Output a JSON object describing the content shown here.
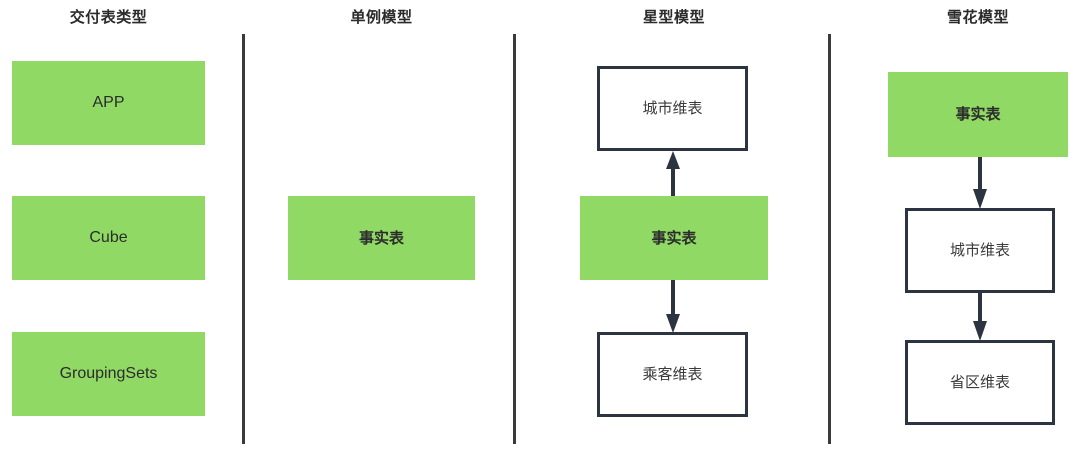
{
  "diagram": {
    "title_row": [
      {
        "id": "delivery-table-type",
        "label": "交付表类型"
      },
      {
        "id": "single-case-model",
        "label": "单例模型"
      },
      {
        "id": "star-model",
        "label": "星型模型"
      },
      {
        "id": "snowflake-model",
        "label": "雪花模型"
      }
    ],
    "colors": {
      "fact_green": "#8fd964",
      "dim_border": "#2b3440",
      "divider": "#3a3a3a",
      "text": "#2c2c2c"
    },
    "columns": [
      {
        "id": "delivery-table-type",
        "nodes": [
          {
            "id": "app",
            "label": "APP",
            "style": "green"
          },
          {
            "id": "cube",
            "label": "Cube",
            "style": "green"
          },
          {
            "id": "groupingsets",
            "label": "GroupingSets",
            "style": "green"
          }
        ],
        "arrows": []
      },
      {
        "id": "single-case-model",
        "nodes": [
          {
            "id": "fact-table",
            "label": "事实表",
            "style": "green"
          }
        ],
        "arrows": []
      },
      {
        "id": "star-model",
        "nodes": [
          {
            "id": "city-dimension-table",
            "label": "城市维表",
            "style": "white"
          },
          {
            "id": "fact-table",
            "label": "事实表",
            "style": "green"
          },
          {
            "id": "passenger-dimension-table",
            "label": "乘客维表",
            "style": "white"
          }
        ],
        "arrows": [
          {
            "id": "fact-to-city",
            "from": "fact-table",
            "to": "city-dimension-table",
            "direction": "up"
          },
          {
            "id": "fact-to-passenger",
            "from": "fact-table",
            "to": "passenger-dimension-table",
            "direction": "down"
          }
        ]
      },
      {
        "id": "snowflake-model",
        "nodes": [
          {
            "id": "fact-table",
            "label": "事实表",
            "style": "green"
          },
          {
            "id": "city-dimension-table",
            "label": "城市维表",
            "style": "white"
          },
          {
            "id": "province-dimension-table",
            "label": "省区维表",
            "style": "white"
          }
        ],
        "arrows": [
          {
            "id": "fact-to-city",
            "from": "fact-table",
            "to": "city-dimension-table",
            "direction": "down"
          },
          {
            "id": "city-to-province",
            "from": "city-dimension-table",
            "to": "province-dimension-table",
            "direction": "down"
          }
        ]
      }
    ]
  }
}
